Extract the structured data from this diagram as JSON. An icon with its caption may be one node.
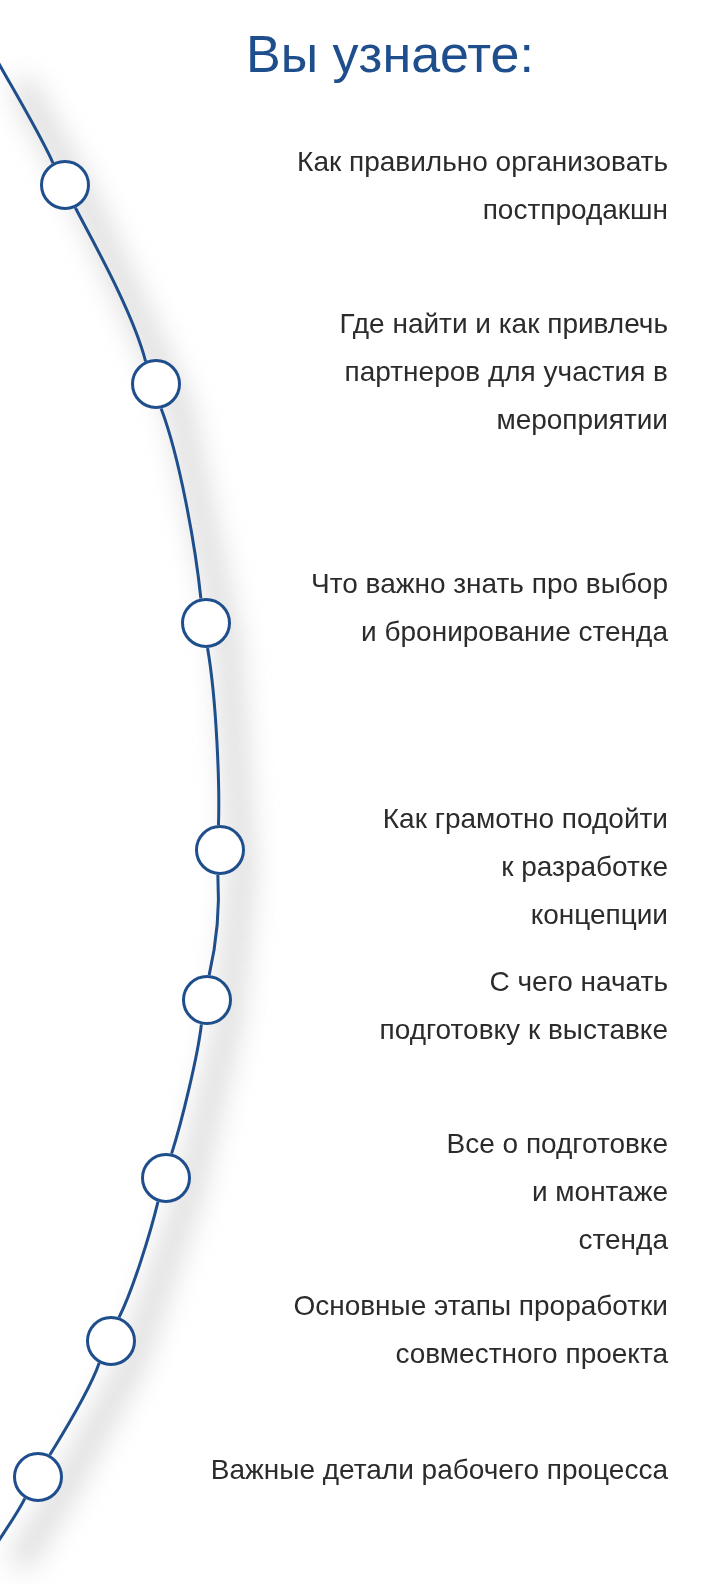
{
  "diagram": {
    "title": "Вы узнаете:",
    "nodes": [
      {
        "text": [],
        "shape": "circle"
      },
      {
        "text": [],
        "shape": "circle"
      },
      {
        "text": [],
        "shape": "circle"
      },
      {
        "text": [],
        "shape": "circle"
      },
      {
        "text": [],
        "shape": "circle"
      },
      {
        "text": [],
        "shape": "circle"
      },
      {
        "text": [],
        "shape": "circle"
      },
      {
        "text": [],
        "shape": "circle"
      }
    ],
    "labels": [
      "Как правильно организовать постпродакшн",
      "Где найти и как привлечь партнеров для участия в мероприятии",
      "Что важно знать про выбор и бронирование стенда",
      "Как грамотно подойти к разработке концепции",
      "С чего начать подготовку к выставке",
      "Все о подготовке и монтаже стенда",
      "Основные этапы проработки совместного проекта",
      "Важные детали рабочего процесса"
    ],
    "edges": [
      {
        "from": null,
        "to": 0,
        "arrow": "none"
      },
      {
        "from": 0,
        "to": 1,
        "arrow": "none"
      },
      {
        "from": 1,
        "to": 2,
        "arrow": "none"
      },
      {
        "from": 2,
        "to": 3,
        "arrow": "none"
      },
      {
        "from": 3,
        "to": 4,
        "arrow": "none"
      },
      {
        "from": 4,
        "to": 5,
        "arrow": "none"
      },
      {
        "from": 5,
        "to": 6,
        "arrow": "none"
      },
      {
        "from": 6,
        "to": 7,
        "arrow": "none"
      },
      {
        "from": 7,
        "to": null,
        "arrow": "none"
      }
    ]
  }
}
